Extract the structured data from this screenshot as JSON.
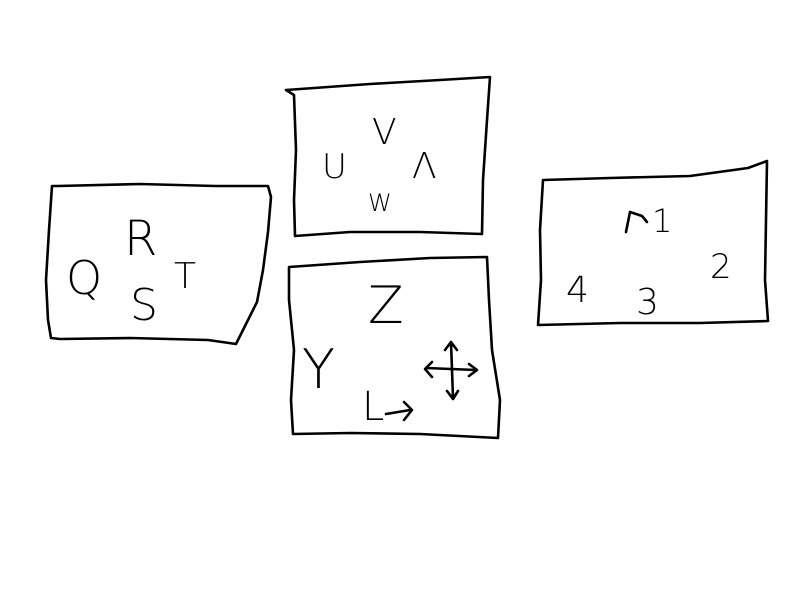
{
  "sketch": {
    "ink_color": "#000000",
    "background_color": "#ffffff",
    "boxes": [
      {
        "id": "left",
        "glyphs": [
          "Q",
          "R",
          "S",
          "T"
        ]
      },
      {
        "id": "top-middle",
        "glyphs": [
          "U",
          "V",
          "W",
          "Λ"
        ]
      },
      {
        "id": "bottom-middle",
        "glyphs": [
          "Z",
          "Y",
          "L"
        ],
        "icons": [
          "move-cross-arrows-icon",
          "hook-arrow-icon"
        ]
      },
      {
        "id": "right",
        "glyphs": [
          "4",
          "1",
          "2",
          "3"
        ]
      }
    ]
  }
}
